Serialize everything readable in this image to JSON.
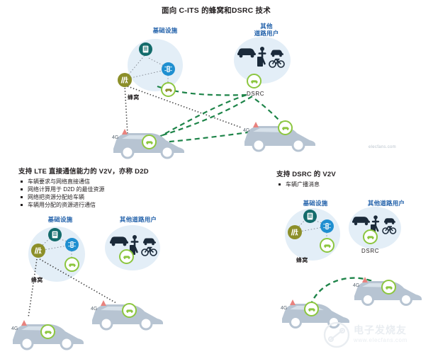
{
  "title": "面向 C-ITS 的蜂窝和DSRC 技术",
  "colors": {
    "halo": "#e3eef7",
    "label_blue": "#1f5fa9",
    "server_node": "#136b6b",
    "trafficlight_node": "#1f8fd0",
    "pedestrian_node": "#8c8f29",
    "vehicle_node_ring": "#8cc63f",
    "dsrc_link": "#1e8449",
    "cellular_link": "#4d4d4d",
    "car_body": "#b7c4d2",
    "text": "#231f20"
  },
  "top_diagram": {
    "infrastructure_label": "基础设施",
    "road_users_label_line1": "其他",
    "road_users_label_line2": "道路用户",
    "cellular_label": "蜂窝",
    "dsrc_label": "DSRC",
    "icons": {
      "server": "server-icon",
      "traffic_light": "traffic-light-icon",
      "pedestrian_crossing": "pedestrian-crossing-icon",
      "vehicle_node": "vehicle-node-icon",
      "car": "car-icon",
      "truck": "truck-icon",
      "pedestrian": "pedestrian-icon",
      "bicycle": "bicycle-icon"
    },
    "car_antenna_label": "4G"
  },
  "left_section": {
    "heading": "支持 LTE 直接通信能力的 V2V，亦称 D2D",
    "bullets": [
      "车辆要求与网络直接通信",
      "网络计算用于 D2D 的最佳资源",
      "网络把资源分配给车辆",
      "车辆用分配的资源进行通信"
    ],
    "infrastructure_label": "基础设施",
    "road_users_label": "其他道路用户",
    "cellular_label": "蜂窝",
    "car_antenna_label": "4G"
  },
  "right_section": {
    "heading": "支持 DSRC 的 V2V",
    "bullets": [
      "车辆广播消息"
    ],
    "infrastructure_label": "基础设施",
    "road_users_label": "其他道路用户",
    "cellular_label": "蜂窝",
    "dsrc_label": "DSRC",
    "car_antenna_label": "4G"
  },
  "watermark": {
    "brand": "电子发烧友",
    "url": "www.elecfans.com",
    "small_tag": "elecfans.com"
  }
}
